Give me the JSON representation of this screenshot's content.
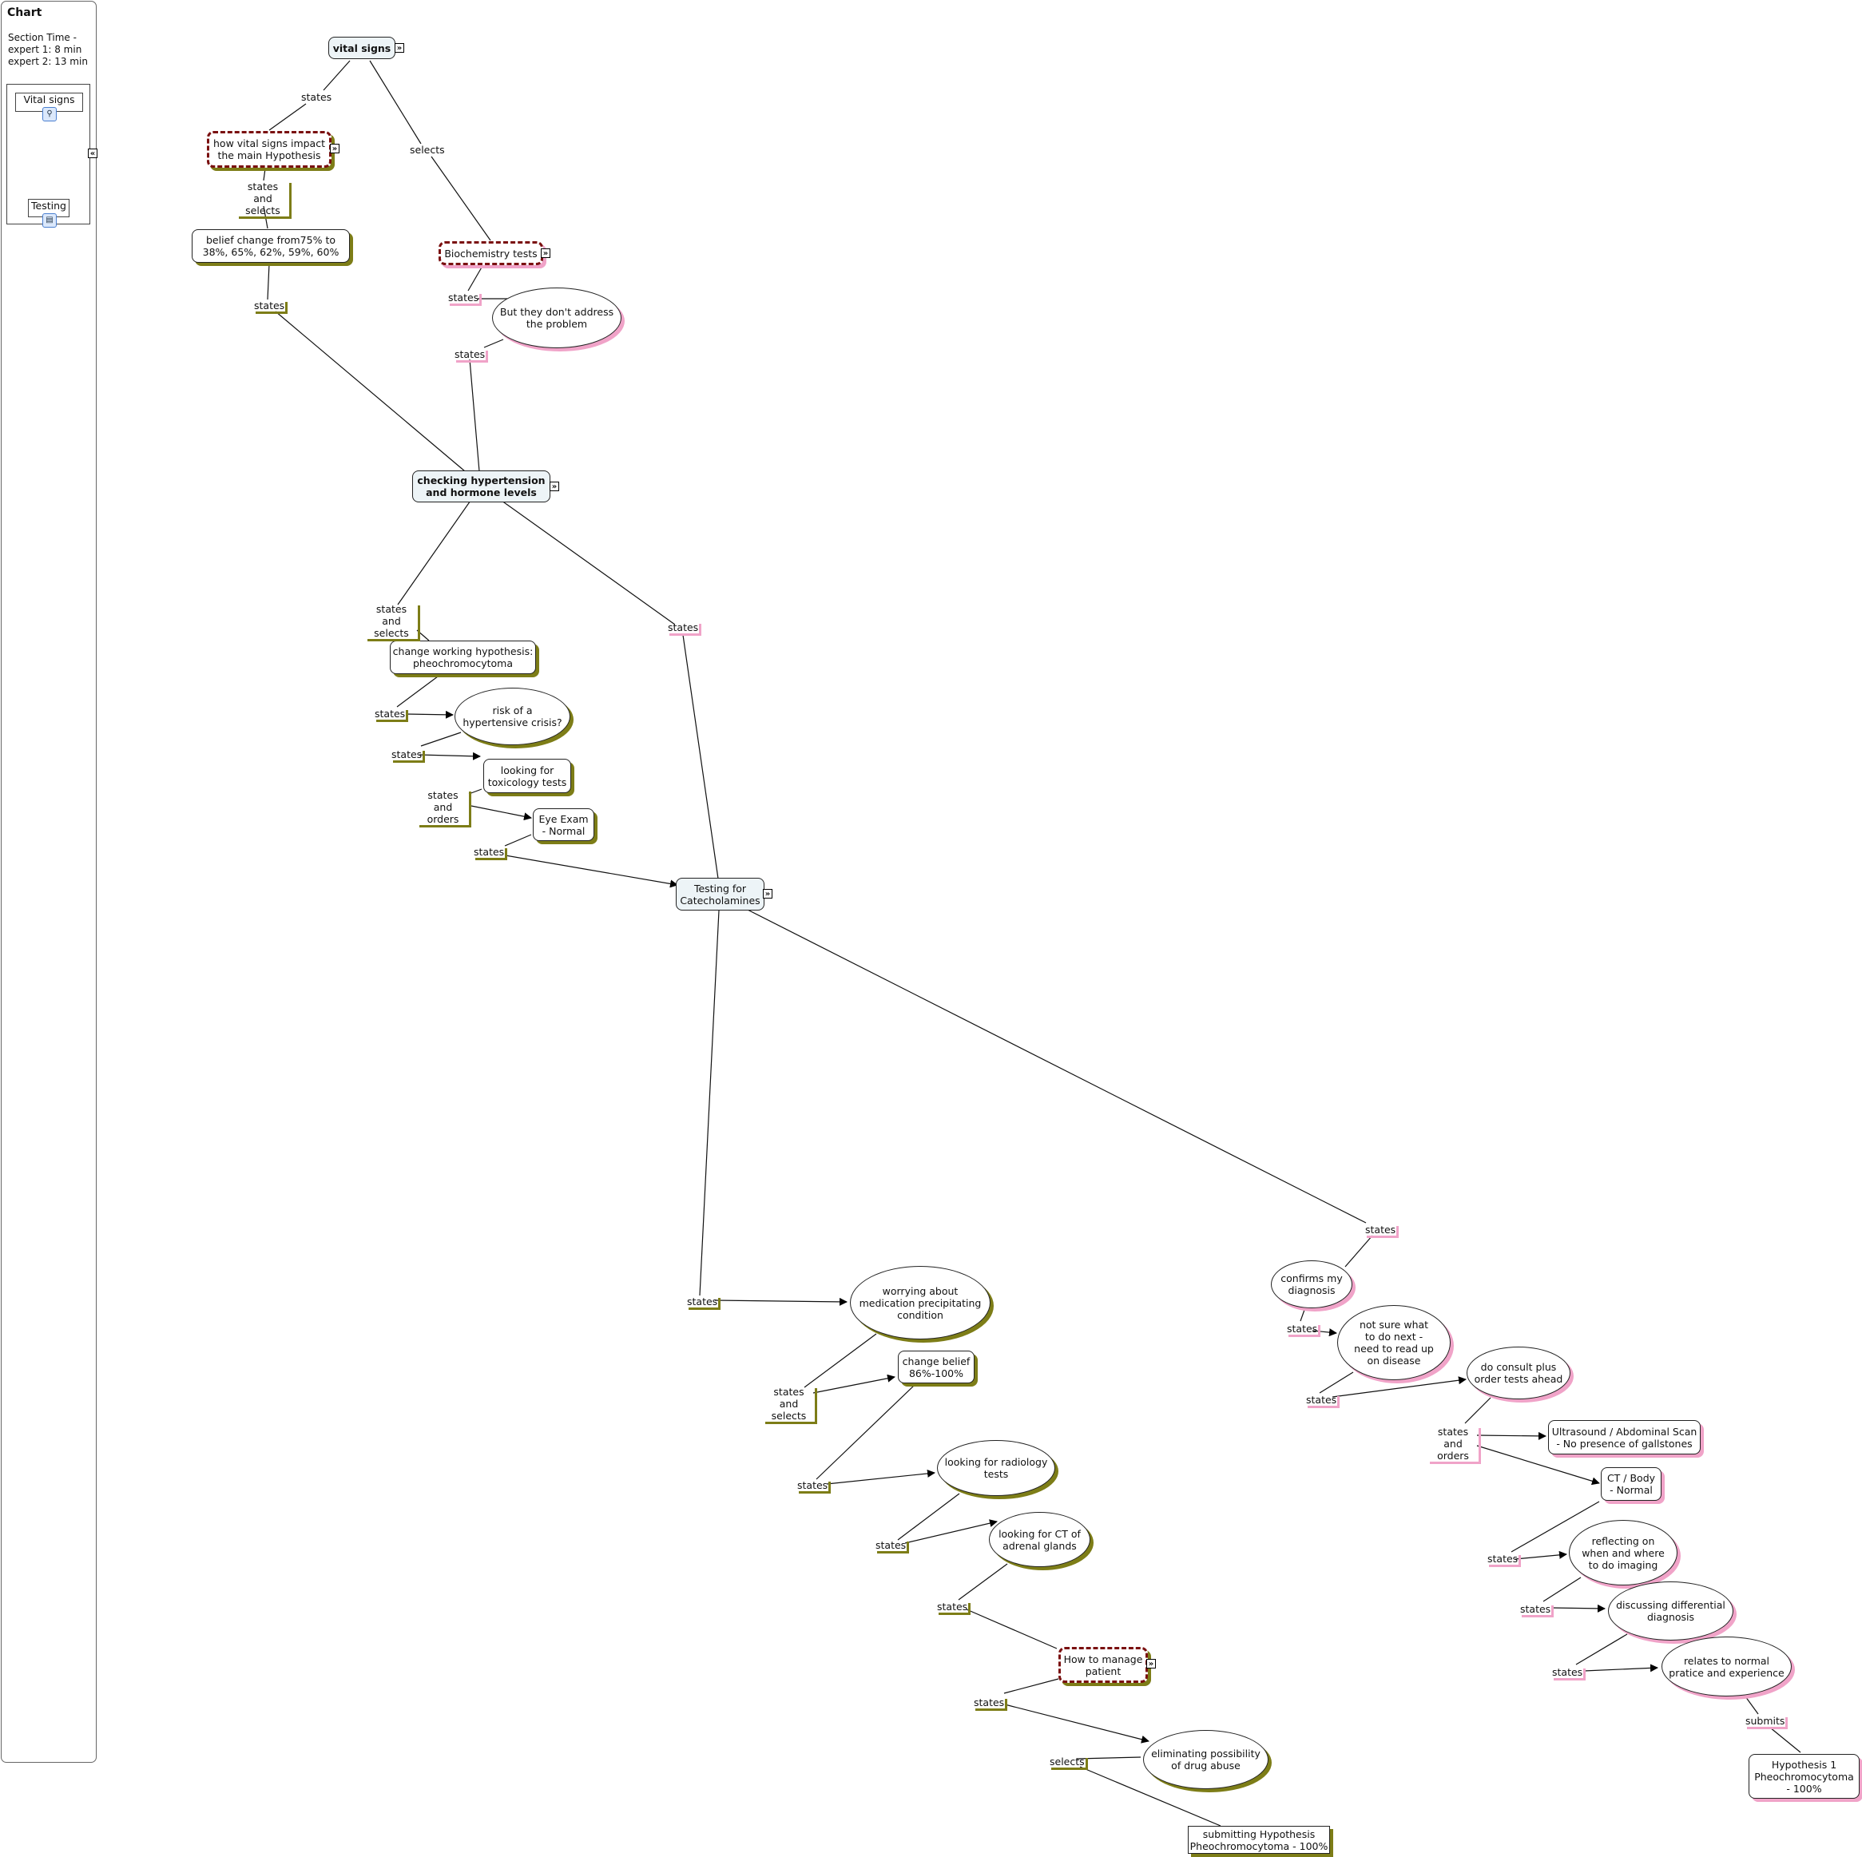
{
  "sidebar": {
    "title": "Chart",
    "section_time": "Section Time -\nexpert 1: 8 min\nexpert 2: 13 min",
    "items": [
      {
        "label": "Vital signs",
        "icon": "concept-map-icon"
      },
      {
        "label": "Testing",
        "icon": "document-image-icon"
      }
    ],
    "collapse_icon": "double-chevron-left-icon"
  },
  "nodes": {
    "vital_signs": "vital signs",
    "how_vital": "how vital signs impact\nthe main Hypothesis",
    "belief_change": "belief change from75% to\n38%, 65%, 62%, 59%, 60%",
    "biochem": "Biochemistry tests",
    "dont_address": "But they don't address\nthe problem",
    "checking": "checking hypertension\nand hormone levels",
    "change_hyp": "change working hypothesis:\npheochromocytoma",
    "risk": "risk of a\nhypertensive crisis?",
    "toxicology": "looking for\ntoxicology tests",
    "eye_exam": "Eye Exam\n- Normal",
    "testing_cat": "Testing for\nCatecholamines",
    "worrying": "worrying about\nmedication precipitating\ncondition",
    "change_belief": "change belief\n86%-100%",
    "radiology": "looking for radiology\ntests",
    "ct_adrenal": "looking for CT of\nadrenal glands",
    "manage": "How to manage\npatient",
    "drug_abuse": "eliminating possibility\nof drug abuse",
    "submitting": "submitting Hypothesis\nPheochromocytoma - 100%",
    "confirms": "confirms my\ndiagnosis",
    "not_sure": "not sure what\nto do next -\nneed to read up\non disease",
    "consult": "do consult plus\norder tests ahead",
    "ultrasound": "Ultrasound / Abdominal Scan\n- No presence of gallstones",
    "ct_body": "CT / Body\n- Normal",
    "reflecting": "reflecting on\nwhen and where\nto do imaging",
    "differential": "discussing differential\ndiagnosis",
    "relates": "relates to normal\npratice and experience",
    "hypothesis1": "Hypothesis 1\nPheochromocytoma\n- 100%"
  },
  "links": {
    "l1": "states",
    "l2": "selects",
    "l3": "states and\nselects",
    "l4": "states",
    "l5": "states",
    "l6": "states",
    "l7": "states and\nselects",
    "l8": "states",
    "l9": "states",
    "l10": "states",
    "l11": "states and\norders",
    "l12": "states",
    "l13": "states",
    "l14": "states and\nselects",
    "l15": "states",
    "l16": "states",
    "l17": "states",
    "l18": "states",
    "l19": "selects",
    "l20": "states",
    "l21": "states",
    "l22": "states",
    "l23": "states and\norders",
    "l24": "states",
    "l25": "states",
    "l26": "states",
    "l27": "submits"
  },
  "expand_icon": "double-chevron-right-icon",
  "colors": {
    "olive": "#7d7d17",
    "pink": "#f0a3c8",
    "dash_red": "#7a1010",
    "concept_blue": "#edf4f7"
  }
}
